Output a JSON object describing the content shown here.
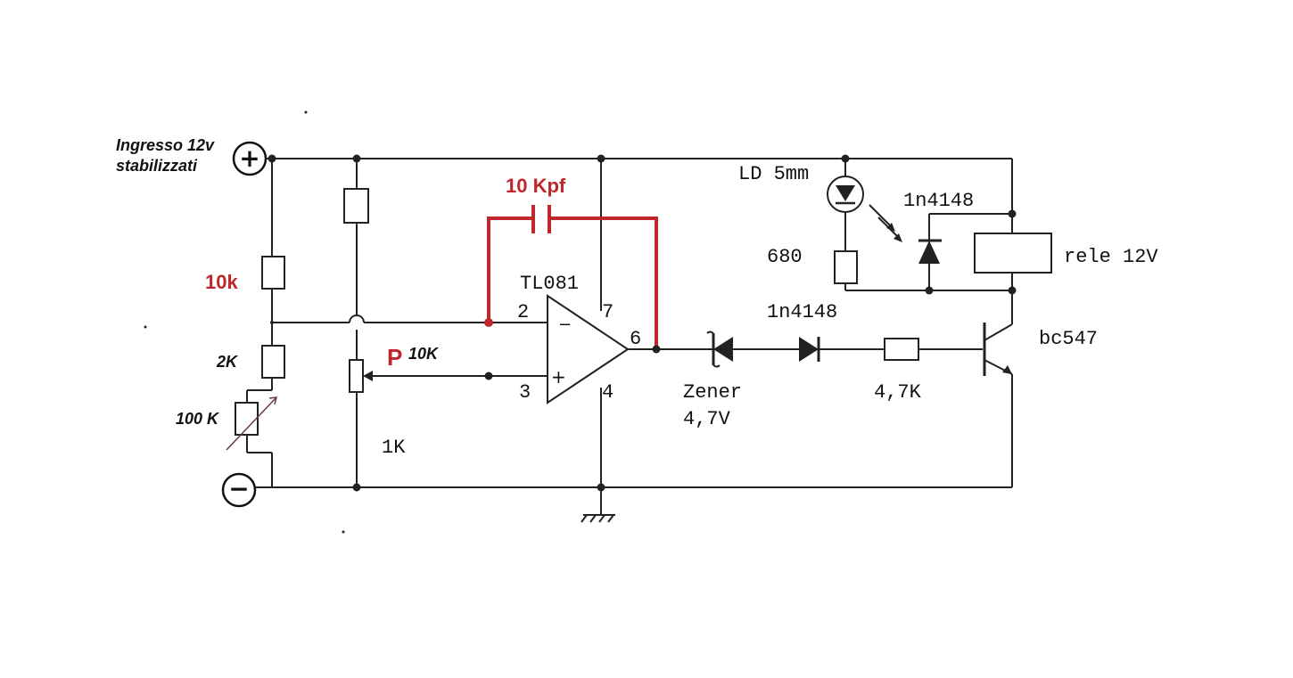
{
  "labels": {
    "input_title": "Ingresso 12v",
    "input_sub": "stabilizzati",
    "r_10k": "10k",
    "r_2k": "2K",
    "r_100k": "100 K",
    "cap": "10 Kpf",
    "opamp": "TL081",
    "pin2": "2",
    "pin3": "3",
    "pin4": "4",
    "pin6": "6",
    "pin7": "7",
    "pot_letter": "P",
    "pot_value": "10K",
    "r_1k": "1K",
    "led": "LD 5mm",
    "r_680": "680",
    "diode_top": "1n4148",
    "diode_mid": "1n4148",
    "relay": "rele 12V",
    "transistor": "bc547",
    "zener": "Zener",
    "zener_v": "4,7V",
    "r_base": "4,7K"
  },
  "symbols": {
    "plus": "+",
    "minus": "−",
    "inv": "−",
    "noninv": "+"
  },
  "colors": {
    "accent": "#c0272d",
    "wire": "#222222"
  }
}
